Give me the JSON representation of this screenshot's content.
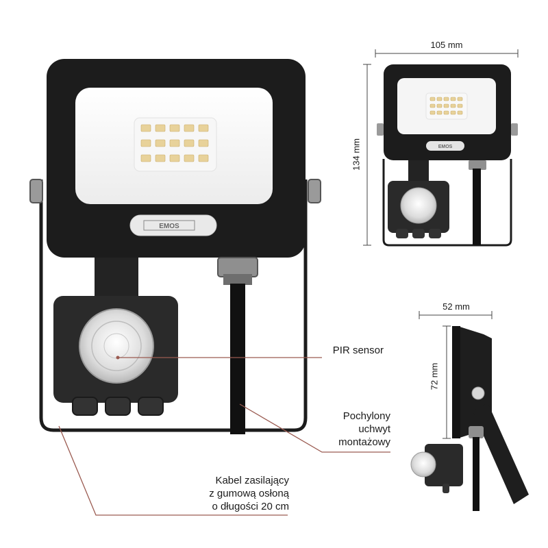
{
  "brand": "EMOS",
  "labels": {
    "pir_sensor": "PIR sensor",
    "mount_line1": "Pochylony",
    "mount_line2": "uchwyt",
    "mount_line3": "montażowy",
    "cable_line1": "Kabel zasilający",
    "cable_line2": "z gumową osłoną",
    "cable_line3": "o długości 20 cm"
  },
  "dimensions": {
    "width_front": "105 mm",
    "height_front": "134 mm",
    "depth_side": "52 mm",
    "height_side": "72 mm"
  },
  "colors": {
    "body": "#1c1c1c",
    "panel": "#f4f4f4",
    "led": "#e8d29a",
    "callout_line": "#9a5a50",
    "dimension_line": "#444444"
  }
}
